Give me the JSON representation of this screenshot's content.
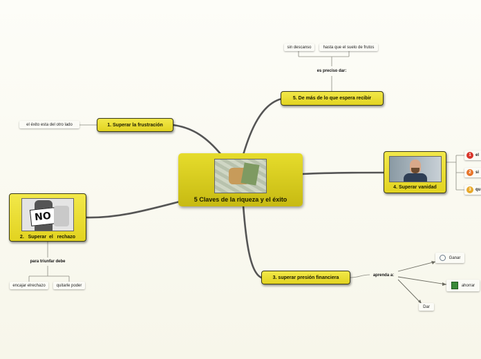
{
  "central": {
    "label": "5 Claves de la riqueza y el éxito",
    "image_icon": "money-hand-image"
  },
  "topics": {
    "t1": {
      "label": "1. Superar la frustración"
    },
    "t2": {
      "label": "2.   Superar  el   rechazo",
      "image_icon": "no-sign-image"
    },
    "t3": {
      "label": "3. superar presión financiera"
    },
    "t4": {
      "label": "4. Superar vanidad",
      "image_icon": "vanity-man-image"
    },
    "t5": {
      "label": "5. De más de lo que espera recibir"
    }
  },
  "subtopics": {
    "exito_lado": "el éxito esta del otro lado",
    "es_preciso": "es preciso dar:",
    "sin_descanso": "sin descanso",
    "hasta_suelo": "hasta que el suelo de frutos",
    "para_triunfar": "para triunfar debe",
    "encajar": "encajar elrechazo",
    "quitarle": "quitarle poder",
    "aprenda": "aprenda a:",
    "ganar": "Ganar",
    "ahorrar": "ahorrar",
    "dar": "Dar",
    "vanidad_1": "el",
    "vanidad_2": "si",
    "vanidad_3": "qu"
  },
  "markers": {
    "one": "1",
    "two": "2",
    "three": "3"
  },
  "icons": {
    "ganar": "magnifier-icon",
    "ahorrar": "book-icon"
  },
  "colors": {
    "topic_fill": "#ecdf30",
    "central_fill": "#d8cc1e",
    "line": "#555555"
  }
}
